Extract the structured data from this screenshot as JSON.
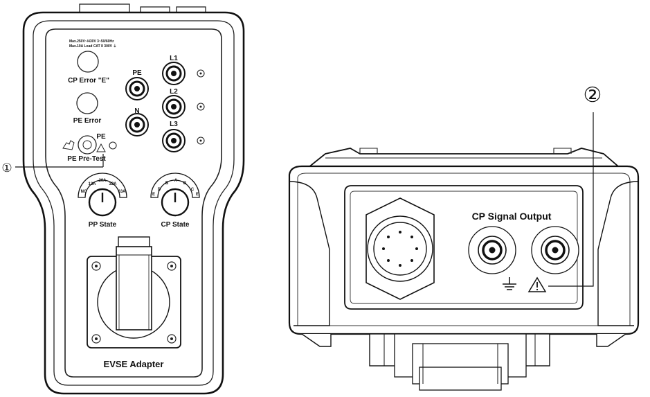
{
  "adapter": {
    "rating_line1": "Max.250V~/430V 3~50/60Hz",
    "rating_line2": "Max.10A Load CAT II 300V ⏚",
    "cp_error_label": "CP Error \"E\"",
    "pe_error_label": "PE Error",
    "pe_pretest_label": "PE Pre-Test",
    "pe_led_label": "PE",
    "sockets": {
      "pe": "PE",
      "n": "N",
      "l1": "L1",
      "l2": "L2",
      "l3": "L3"
    },
    "pp_state": {
      "label": "PP State",
      "positions": [
        "NC",
        "13A",
        "20A",
        "32A",
        "63A"
      ]
    },
    "cp_state": {
      "label": "CP State",
      "positions": [
        "E",
        "D",
        "B",
        "A",
        "B",
        "C",
        "E"
      ]
    },
    "name_label": "EVSE Adapter"
  },
  "side_view": {
    "output_label": "CP Signal Output",
    "ground_symbol": "⏚"
  },
  "callouts": {
    "one": "①",
    "two": "②"
  }
}
